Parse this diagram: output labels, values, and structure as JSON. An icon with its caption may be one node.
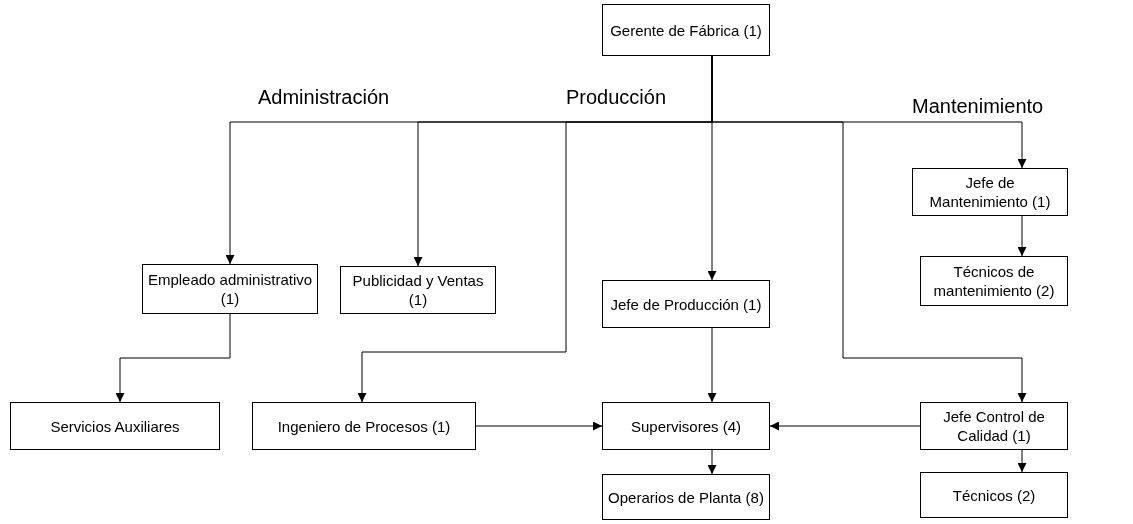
{
  "diagram": {
    "nodes": [
      {
        "text": [
          "Gerente de Fábrica (1)"
        ]
      },
      {
        "text": [
          "Jefe de Mantenimiento (1)"
        ]
      },
      {
        "text": [
          "Empleado administrativo (1)"
        ]
      },
      {
        "text": [
          "Publicidad y Ventas (1)"
        ]
      },
      {
        "text": [
          "Técnicos de mantenimiento (2)"
        ]
      },
      {
        "text": [
          "Jefe de Producción (1)"
        ]
      },
      {
        "text": [
          "Servicios Auxiliares"
        ]
      },
      {
        "text": [
          "Ingeniero de Procesos (1)"
        ]
      },
      {
        "text": [
          "Supervisores (4)"
        ]
      },
      {
        "text": [
          "Jefe Control de Calidad (1)"
        ]
      },
      {
        "text": [
          "Operarios de Planta (8)"
        ]
      },
      {
        "text": [
          "Técnicos (2)"
        ]
      }
    ],
    "edges": [
      {
        "from": 0,
        "to": 5,
        "arrow": "to"
      },
      {
        "from": 0,
        "to": 2,
        "arrow": "to"
      },
      {
        "from": 0,
        "to": 3,
        "arrow": "to"
      },
      {
        "from": 0,
        "to": 7,
        "arrow": "to"
      },
      {
        "from": 0,
        "to": 9,
        "arrow": "to"
      },
      {
        "from": 0,
        "to": 1,
        "arrow": "to"
      },
      {
        "from": 1,
        "to": 4,
        "arrow": "to"
      },
      {
        "from": 2,
        "to": 6,
        "arrow": "to"
      },
      {
        "from": 5,
        "to": 8,
        "arrow": "to"
      },
      {
        "from": 7,
        "to": 8,
        "arrow": "to"
      },
      {
        "from": 9,
        "to": 8,
        "arrow": "to"
      },
      {
        "from": 8,
        "to": 10,
        "arrow": "to"
      },
      {
        "from": 9,
        "to": 11,
        "arrow": "to"
      }
    ],
    "labels": [
      "Administración",
      "Producción",
      "Mantenimiento"
    ]
  }
}
